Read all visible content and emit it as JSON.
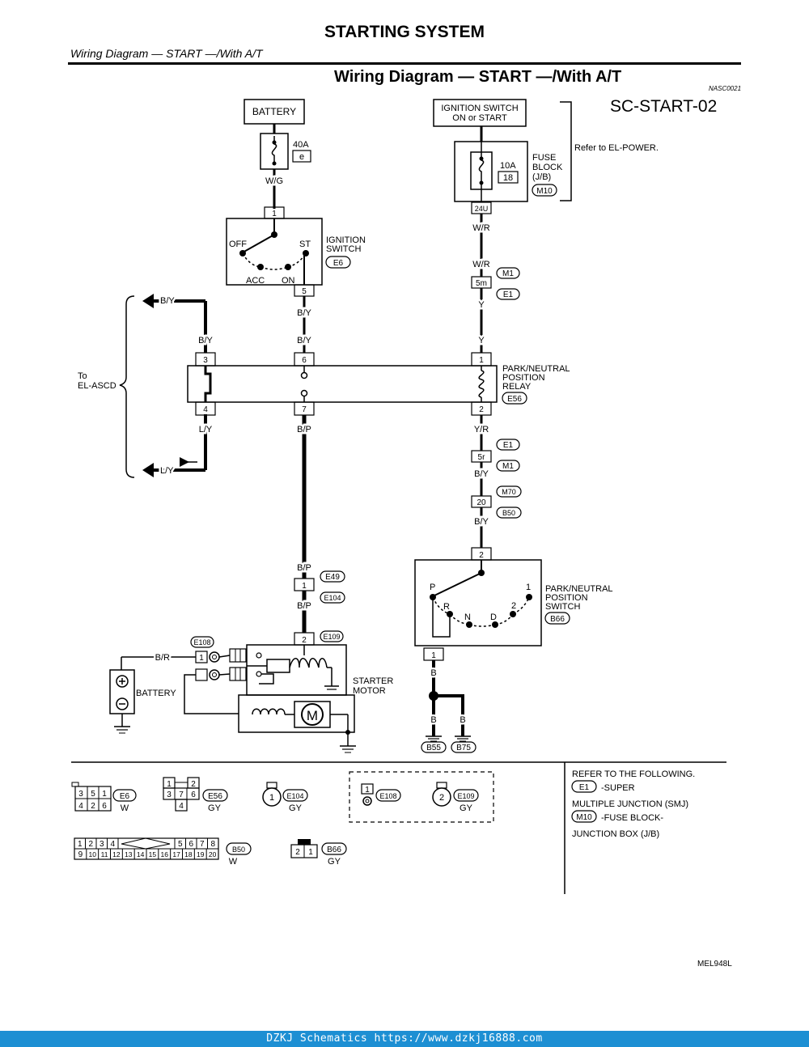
{
  "header": {
    "section_title": "STARTING SYSTEM",
    "subtitle": "Wiring Diagram — START —/With A/T",
    "diagram_title": "Wiring Diagram — START —/With A/T",
    "diagram_code": "NASC0021",
    "sheet_id": "SC-START-02"
  },
  "components": {
    "battery_top": "BATTERY",
    "fuse_40a": {
      "rating": "40A",
      "id": "e"
    },
    "ignition_feed": {
      "line1": "IGNITION SWITCH",
      "line2": "ON or START"
    },
    "fuse_block": {
      "rating": "10A",
      "id": "18",
      "line1": "FUSE",
      "line2": "BLOCK",
      "line3": "(J/B)",
      "connector": "M10",
      "terminal": "24U"
    },
    "refer_note": "Refer to EL-POWER.",
    "ignition_switch": {
      "line1": "IGNITION",
      "line2": "SWITCH",
      "connector": "E6",
      "pos_off": "OFF",
      "pos_acc": "ACC",
      "pos_on": "ON",
      "pos_st": "ST",
      "pin_in": "1",
      "pin_out": "5"
    },
    "relay": {
      "line1": "PARK/NEUTRAL",
      "line2": "POSITION",
      "line3": "RELAY",
      "connector": "E56",
      "pins": [
        "3",
        "4",
        "6",
        "7",
        "1",
        "2"
      ]
    },
    "to_ascd": {
      "line1": "To",
      "line2": "EL-ASCD"
    },
    "pnp_switch": {
      "line1": "PARK/NEUTRAL",
      "line2": "POSITION",
      "line3": "SWITCH",
      "connector": "B66",
      "pos": [
        "P",
        "R",
        "N",
        "D",
        "2",
        "1"
      ],
      "pin_in": "2",
      "pin_out": "1"
    },
    "starter": {
      "line1": "STARTER",
      "line2": "MOTOR",
      "motor_symbol": "M",
      "pin1": "1",
      "pin2": "2"
    },
    "battery_bottom": "BATTERY"
  },
  "wires": {
    "w_g": "W/G",
    "w_r_1": "W/R",
    "w_r_2": "W/R",
    "y_1": "Y",
    "y_2": "Y",
    "b_y_1": "B/Y",
    "b_y_2": "B/Y",
    "b_y_3": "B/Y",
    "b_y_4": "B/Y",
    "b_y_5": "B/Y",
    "b_y_6": "B/Y",
    "l_y_1": "L/Y",
    "l_y_2": "L/Y",
    "b_p_1": "B/P",
    "b_p_2": "B/P",
    "b_p_3": "B/P",
    "y_r": "Y/R",
    "b_r": "B/R",
    "b_1": "B",
    "b_2": "B",
    "b_3": "B"
  },
  "connectors": {
    "m1_a": "M1",
    "e1_a": "E1",
    "pin_5m": "5m",
    "e1_b": "E1",
    "m1_b": "M1",
    "pin_5r": "5r",
    "m70": "M70",
    "b50": "B50",
    "pin_20": "20",
    "e49": "E49",
    "e104": "E104",
    "pin_1": "1",
    "e109": "E109",
    "e108": "E108",
    "b55": "B55",
    "b75": "B75"
  },
  "legend": {
    "e6": {
      "id": "E6",
      "color": "W",
      "pins": [
        "3",
        "5",
        "1",
        "4",
        "2",
        "6"
      ]
    },
    "e56": {
      "id": "E56",
      "color": "GY",
      "pins": [
        "1",
        "2",
        "3",
        "7",
        "6",
        "4"
      ]
    },
    "e104": {
      "id": "E104",
      "color": "GY",
      "pin": "1"
    },
    "e108": {
      "id": "E108",
      "pin": "1"
    },
    "e109": {
      "id": "E109",
      "color": "GY",
      "pin": "2"
    },
    "b50": {
      "id": "B50",
      "color": "W",
      "pins_top": [
        "1",
        "2",
        "3",
        "4",
        "5",
        "6",
        "7",
        "8"
      ],
      "pins_bottom": [
        "9",
        "10",
        "11",
        "12",
        "13",
        "14",
        "15",
        "16",
        "17",
        "18",
        "19",
        "20"
      ]
    },
    "b66": {
      "id": "B66",
      "color": "GY",
      "pins": [
        "2",
        "1"
      ]
    },
    "refer": {
      "line1": "REFER TO THE FOLLOWING.",
      "smj_id": "E1",
      "smj_label": "-SUPER",
      "line3": "MULTIPLE JUNCTION (SMJ)",
      "jb_id": "M10",
      "jb_label": "-FUSE BLOCK-",
      "line5": "JUNCTION BOX (J/B)"
    }
  },
  "figure_code": "MEL948L",
  "footer": "DZKJ Schematics https://www.dzkj16888.com"
}
